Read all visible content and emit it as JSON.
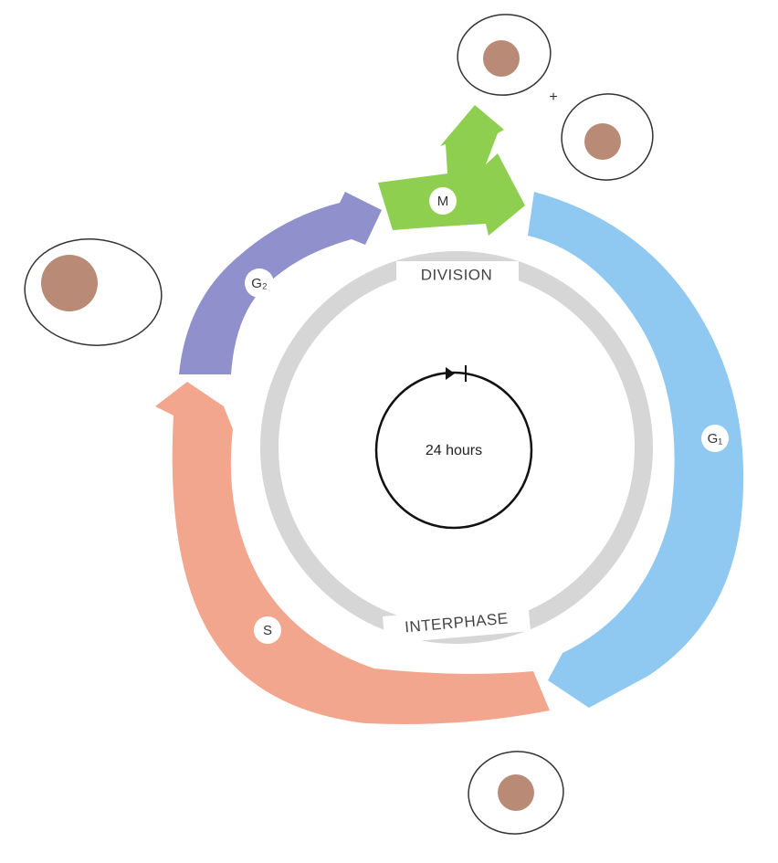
{
  "diagram": {
    "center_label": "24 hours",
    "ring_labels": {
      "division": "DIVISION",
      "interphase": "INTERPHASE"
    },
    "phases": {
      "m": {
        "label": "M",
        "color": "#8fcf4f"
      },
      "g1": {
        "label": "G₁",
        "color": "#8fc8f0"
      },
      "s": {
        "label": "S",
        "color": "#f3a68e"
      },
      "g2": {
        "label": "G₂",
        "color": "#8f90cc"
      }
    },
    "plus_sign": "+",
    "colors": {
      "ring": "#d6d6d6",
      "cell_outline": "#333333",
      "nucleus": "#b98a76",
      "clock": "#111111"
    }
  }
}
